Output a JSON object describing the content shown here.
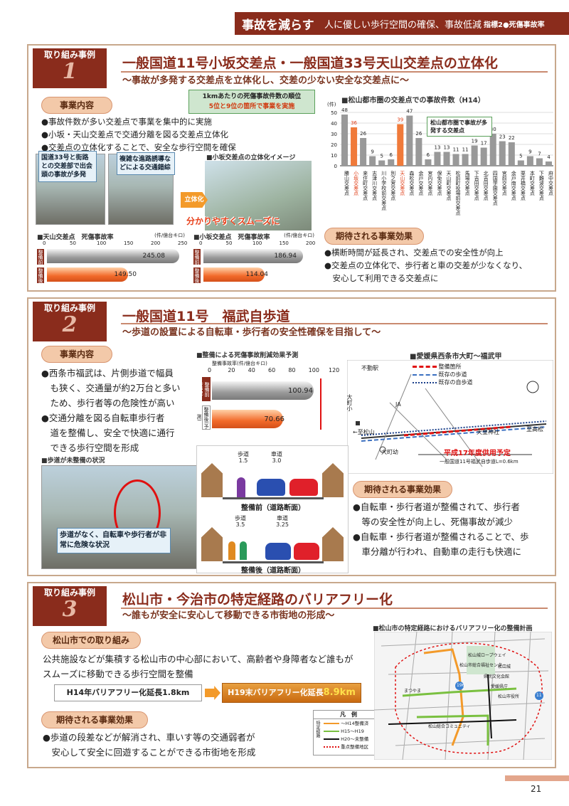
{
  "header": {
    "title": "事故を減らす",
    "subtitle": "人に優しい歩行空間の確保、事故低減",
    "indicator": "指標2●死傷事故率"
  },
  "page_number": "21",
  "case1": {
    "badge": "取り組み事例",
    "num": "1",
    "title": "一般国道11号小坂交差点・一般国道33号天山交差点の立体化",
    "subtitle": "～事故が多発する交差点を立体化し、交差の少ない安全な交差点に～",
    "content_label": "事業内容",
    "callout": "1kmあたりの死傷事故件数の順位",
    "callout2": "5位と9位の箇所で事業を実施",
    "bullets": [
      "●事故件数が多い交差点で事業を集中的に実施",
      "●小坂・天山交差点で交通分離を図る交差点立体化",
      "●交差点の立体化することで、安全な歩行空間を確保"
    ],
    "photo1_note": "国道33号と街路との交差部で出会頭の事故が多発",
    "photo2_note": "複雑な進路誘導などによる交通錯綜",
    "image_caption": "■小坂交差点の立体化イメージ",
    "arrow_label": "立体化",
    "slogan": "分かりやすくスムーズに",
    "bar1": {
      "title": "■天山交差点　死傷事故率",
      "unit": "(件/億台キロ)",
      "ticks": [
        "0",
        "50",
        "100",
        "150",
        "200",
        "250"
      ],
      "before_label": "整備前",
      "after_label": "整備後",
      "before": 245.08,
      "after": 149.5,
      "before_text": "245.08",
      "after_text": "149.50"
    },
    "bar2": {
      "title": "■小坂交差点　死傷事故率",
      "unit": "(件/億台キロ)",
      "ticks": [
        "0",
        "50",
        "100",
        "150",
        "200"
      ],
      "before_label": "整備前",
      "after_label": "整備後",
      "before": 186.94,
      "after": 114.04,
      "before_text": "186.94",
      "after_text": "114.04"
    },
    "effect_label": "期待される事業効果",
    "effects": [
      "●横断時間が延長され、交差点での安全性が向上",
      "●交差点の立体化で、歩行者と車の交差が少なくなり、",
      "　安心して利用できる交差点に"
    ]
  },
  "chart_data": [
    {
      "type": "bar",
      "title": "■松山都市圏の交差点での事故件数（H14）",
      "ylabel": "(件)",
      "ylim": [
        0,
        50
      ],
      "yticks": [
        "0",
        "10",
        "20",
        "30",
        "40",
        "50"
      ],
      "categories": [
        "勝山交差点",
        "小坂交差点",
        "来住町交差点",
        "志津川交差点",
        "川小学校前交差点",
        "別之宮交差点",
        "天山交差点",
        "森松交差点",
        "余戸交差点",
        "宮内交差点",
        "保免交差点",
        "天山町交差点",
        "松前町役場前交差点",
        "馬場交差点",
        "下吉田交差点",
        "北吉田交差点",
        "四国学園交差点",
        "宮前交差点",
        "余戸南交差点",
        "栗井橋交差点",
        "本町交差点",
        "下難波交差点",
        "府中交差点"
      ],
      "values": [
        48,
        36,
        26,
        9,
        5,
        6,
        39,
        47,
        26,
        6,
        13,
        13,
        11,
        11,
        19,
        17,
        30,
        23,
        22,
        5,
        9,
        7,
        4
      ],
      "highlight": [
        1,
        6
      ],
      "annotation": "松山都市圏で事故が多発する交差点"
    },
    {
      "type": "bar",
      "title": "■整備による死傷事故削減効果予測",
      "unit": "整備事故率(件/億台キロ)",
      "ticks": [
        "0",
        "20",
        "40",
        "60",
        "80",
        "100",
        "120"
      ],
      "categories": [
        "整備前(H15)",
        "整備後(予測)"
      ],
      "values": [
        100.94,
        70.66
      ]
    }
  ],
  "case2": {
    "badge": "取り組み事例",
    "num": "2",
    "title": "一般国道11号　福武自歩道",
    "subtitle": "～歩道の設置による自転車・歩行者の安全性確保を目指して～",
    "content_label": "事業内容",
    "bullets": [
      "●西条市福武は、片側歩道で幅員",
      "　も狭く、交通量が約2万台と多い",
      "　ため、歩行者等の危険性が高い",
      "●交通分離を図る自転車歩行者",
      "　道を整備し、安全で快適に通行",
      "　できる歩行空間を形成"
    ],
    "photo_caption": "■歩道が未整備の状況",
    "photo_note": "歩道がなく、自転車や歩行者が非常に危険な状況",
    "bar_title": "■整備による死傷事故削減効果予測",
    "bar_unit": "整備事故率(件/億台キロ)",
    "before_text": "100.94",
    "after_text": "70.66",
    "before_tag": "整備前(H15)",
    "after_tag": "整備後(予測)",
    "map_title": "■愛媛県西条市大町～福武甲",
    "legend": [
      "整備箇所",
      "既存の歩道",
      "既存の自歩道"
    ],
    "map_labels": {
      "fudo": "不動駅",
      "omachi": "大町小",
      "ja": "JA",
      "to_matsuyama": "←至松山",
      "tenno": "天皇神社",
      "to_takamatsu": "至高松",
      "omachiyo": "大町幼",
      "schedule": "平成17年度供用予定",
      "length": "一般国道11号福武自歩道L=0.6km"
    },
    "section_before": "整備前（道路断面）",
    "section_after": "整備後（道路断面）",
    "sec1": {
      "walk": "歩道",
      "walk_w": "1.5",
      "road": "車道",
      "road_w": "3.0"
    },
    "sec2": {
      "walk": "歩道",
      "walk_w": "3.5",
      "road": "車道",
      "road_w": "3.25"
    },
    "effect_label": "期待される事業効果",
    "effects": [
      "●自転車・歩行者道が整備されて、歩行者",
      "　等の安全性が向上し、死傷事故が減少",
      "●自転車・歩行者道が整備されることで、歩",
      "　車分離が行われ、自動車の走行も快適に"
    ]
  },
  "case3": {
    "badge": "取り組み事例",
    "num": "3",
    "title": "松山市・今治市の特定経路のバリアフリー化",
    "subtitle": "～誰もが安全に安心して移動できる市街地の形成～",
    "label1": "松山市での取り組み",
    "text1": [
      "公共施設などが集積する松山市の中心部において、高齢者や身障者など誰もが",
      "スムーズに移動できる歩行空間を整備"
    ],
    "from": "H14年バリアフリー化延長1.8km",
    "to_prefix": "H19末バリアフリー化延長",
    "to_value": "8.9km",
    "effect_label": "期待される事業効果",
    "effects": [
      "●歩道の段差などが解消され、車いす等の交通弱者が",
      "　安心して安全に回遊することができる市街地を形成"
    ],
    "map_title": "■松山市の特定経路におけるバリアフリー化の整備計画",
    "legend_title": "凡　例",
    "legend_side": "特定経路",
    "legend": [
      "～H14整備済",
      "H15～H19",
      "H20～未整備",
      "重点整備地区"
    ],
    "map_labels": [
      "松山城ロープウェイ",
      "松山市総合福祉センター",
      "県民文化会館",
      "松山城",
      "愛媛県庁",
      "まつやま",
      "196",
      "11",
      "松山総合コミュニティ",
      "松山市役所"
    ]
  },
  "colors": {
    "brand": "#8a2c1c",
    "accent": "#f26a2a",
    "pill": "#f3c9a9"
  }
}
